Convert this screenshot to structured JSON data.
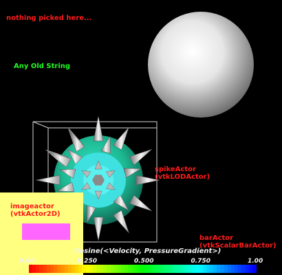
{
  "labels": {
    "pick_status": "nothing picked here...",
    "any_old_string": "Any Old String",
    "spike_actor": [
      "spikeActor",
      "(vtkLODActor)"
    ],
    "image_actor": [
      "imageactor",
      "(vtkActor2D)"
    ],
    "bar_actor": [
      "barActor",
      "(vtkScalarBarActor)"
    ]
  },
  "scalar_bar": {
    "title": "Cosine(<Velocity, PressureGradient>)",
    "ticks": [
      "0.00",
      "0.250",
      "0.500",
      "0.750",
      "1.00"
    ],
    "tick_values": [
      0.0,
      0.25,
      0.5,
      0.75,
      1.0
    ],
    "range": [
      0.0,
      1.0
    ]
  },
  "colors": {
    "label_red": "#ff1a1a",
    "label_green": "#22ff22",
    "image_panel_bg": "#ffff80",
    "image_swatch": "#ff66ff",
    "sphere": "#ffffff",
    "spike_body": "#1fc7a0"
  }
}
